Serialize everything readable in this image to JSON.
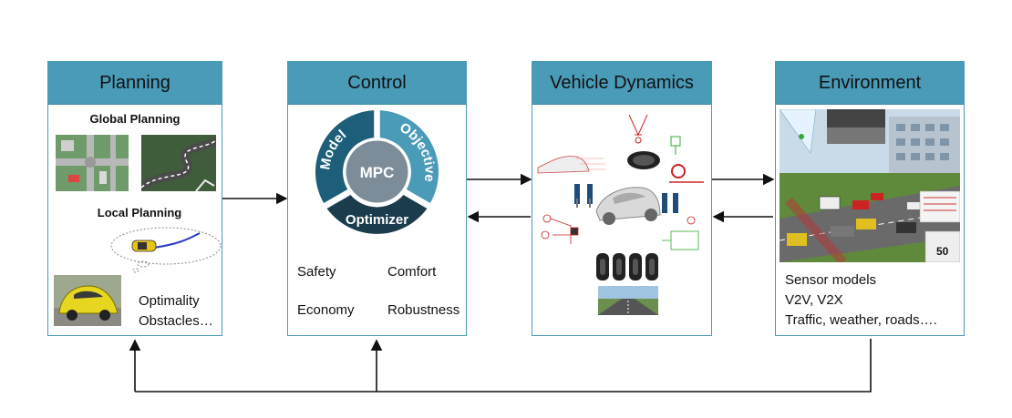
{
  "planning": {
    "title": "Planning",
    "global_label": "Global Planning",
    "local_label": "Local Planning",
    "criteria": [
      "Optimality",
      "Obstacles…"
    ]
  },
  "control": {
    "title": "Control",
    "center_label": "MPC",
    "segments": [
      "Model",
      "Objective",
      "Optimizer"
    ],
    "goals": [
      "Safety",
      "Comfort",
      "Economy",
      "Robustness"
    ]
  },
  "vehicle_dynamics": {
    "title": "Vehicle Dynamics"
  },
  "environment": {
    "title": "Environment",
    "items": [
      "Sensor models",
      "V2V, V2X",
      "Traffic, weather, roads…."
    ],
    "sign_value": "50"
  },
  "colors": {
    "panel_header": "#4a9bb8",
    "ring_dark": "#1d5f7a",
    "ring_light": "#4a9bb8",
    "center": "#7c8d99"
  }
}
